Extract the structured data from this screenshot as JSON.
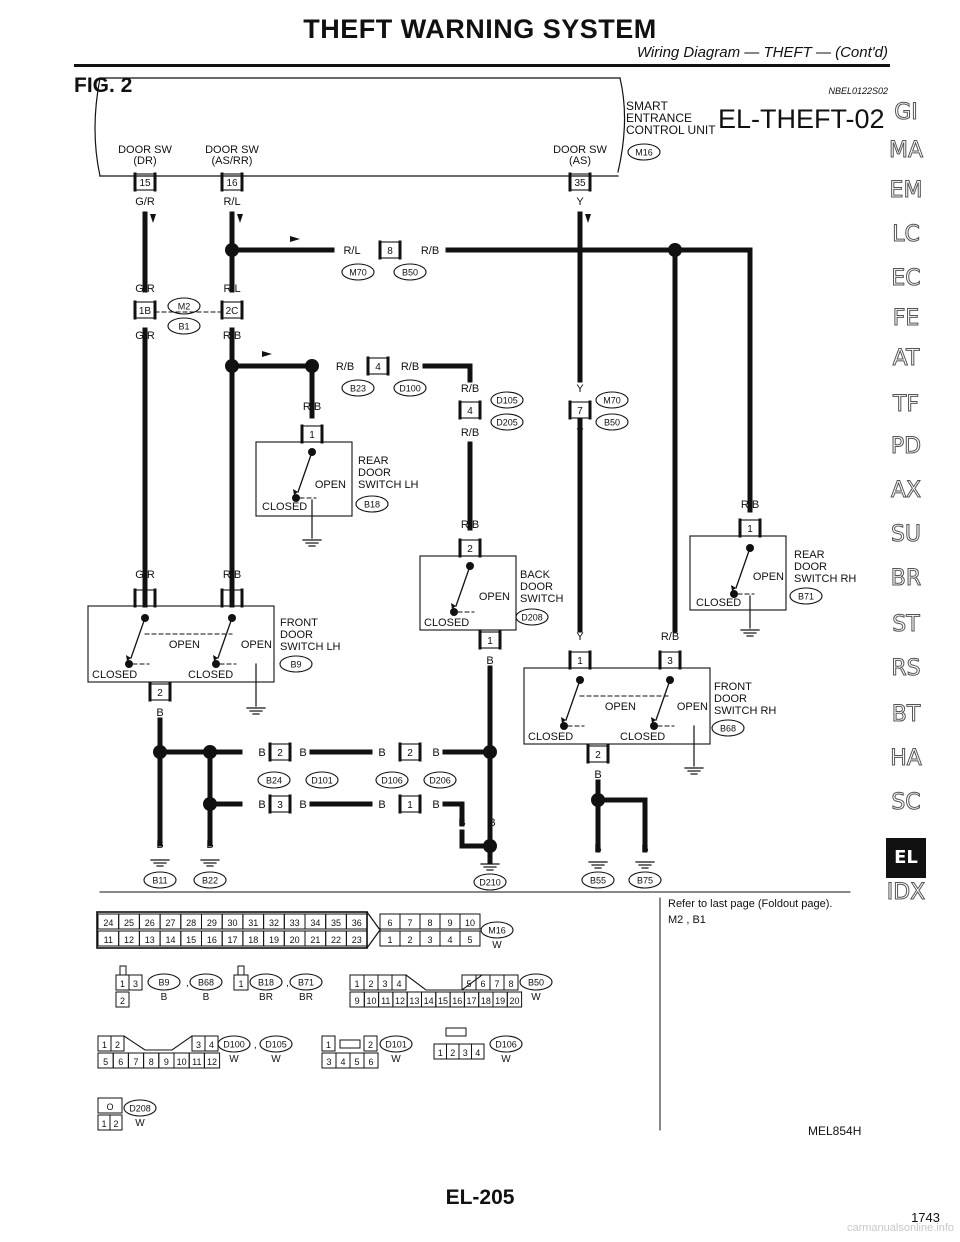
{
  "header": {
    "title": "THEFT WARNING SYSTEM",
    "subtitle": "Wiring Diagram — THEFT — (Cont'd)",
    "figure_label": "FIG. 2",
    "doc_code": "NBEL0122S02",
    "diagram_code": "EL-THEFT-02"
  },
  "side_tabs": [
    "GI",
    "MA",
    "EM",
    "LC",
    "EC",
    "FE",
    "AT",
    "TF",
    "PD",
    "AX",
    "SU",
    "BR",
    "ST",
    "RS",
    "BT",
    "HA",
    "SC",
    "EL",
    "IDX"
  ],
  "side_tab_active": "EL",
  "control_unit": {
    "label_1": "SMART",
    "label_2": "ENTRANCE",
    "label_3": "CONTROL UNIT",
    "connector": "M16",
    "terminals": [
      {
        "name": "DOOR SW",
        "sub": "(DR)",
        "pin": "15"
      },
      {
        "name": "DOOR SW",
        "sub": "(AS/RR)",
        "pin": "16"
      },
      {
        "name": "DOOR SW",
        "sub": "(AS)",
        "pin": "35"
      }
    ]
  },
  "wire_colors": {
    "gr": "G/R",
    "rl": "R/L",
    "rb": "R/B",
    "y": "Y",
    "b": "B"
  },
  "connector_labels": {
    "m70": "M70",
    "b50": "B50",
    "m2": "M2",
    "b1": "B1",
    "b23": "B23",
    "d100": "D100",
    "d105": "D105",
    "d205": "D205",
    "b18": "B18",
    "b71": "B71",
    "b9": "B9",
    "d208": "D208",
    "b68": "B68",
    "b24": "B24",
    "d101": "D101",
    "d106": "D106",
    "d206": "D206",
    "b11": "B11",
    "b22": "B22",
    "d210": "D210",
    "b55": "B55",
    "b75": "B75"
  },
  "pins": {
    "p1": "1",
    "p2": "2",
    "p3": "3",
    "p4": "4",
    "p7": "7",
    "p8": "8",
    "p18": "1B",
    "p2c": "2C"
  },
  "switches": {
    "rear_lh": {
      "name_1": "REAR",
      "name_2": "DOOR",
      "name_3": "SWITCH LH"
    },
    "back": {
      "name_1": "BACK",
      "name_2": "DOOR",
      "name_3": "SWITCH"
    },
    "rear_rh": {
      "name_1": "REAR",
      "name_2": "DOOR",
      "name_3": "SWITCH RH"
    },
    "front_lh": {
      "name_1": "FRONT",
      "name_2": "DOOR",
      "name_3": "SWITCH LH"
    },
    "front_rh": {
      "name_1": "FRONT",
      "name_2": "DOOR",
      "name_3": "SWITCH RH"
    },
    "open": "OPEN",
    "closed": "CLOSED"
  },
  "legend": {
    "m16_top": [
      "24",
      "25",
      "26",
      "27",
      "28",
      "29",
      "30",
      "31",
      "32",
      "33",
      "34",
      "35",
      "36"
    ],
    "m16_bottom": [
      "11",
      "12",
      "13",
      "14",
      "15",
      "16",
      "17",
      "18",
      "19",
      "20",
      "21",
      "22",
      "23"
    ],
    "m16_right_top": [
      "6",
      "7",
      "8",
      "9",
      "10"
    ],
    "m16_right_bottom": [
      "1",
      "2",
      "3",
      "4",
      "5"
    ],
    "b50_top": [
      "1",
      "2",
      "3",
      "4",
      "5",
      "6",
      "7",
      "8"
    ],
    "b50_bottom": [
      "9",
      "10",
      "11",
      "12",
      "13",
      "14",
      "15",
      "16",
      "17",
      "18",
      "19",
      "20"
    ],
    "d100_top": [
      "1",
      "2",
      "3",
      "4"
    ],
    "d100_bottom": [
      "5",
      "6",
      "7",
      "8",
      "9",
      "10",
      "11",
      "12"
    ],
    "d101_top": [
      "1",
      "2"
    ],
    "d101_bottom": [
      "3",
      "4",
      "5",
      "6"
    ],
    "d106_row": [
      "1",
      "2",
      "3",
      "4"
    ],
    "d208_top": "O",
    "d208_bottom": [
      "1",
      "2"
    ],
    "b9_pins": [
      "1",
      "3",
      "2"
    ],
    "b18_pin": "1",
    "color_w": "W",
    "color_b": "B",
    "color_br": "BR",
    "sep": ","
  },
  "foldout": {
    "note": "Refer to last page (Foldout page).",
    "refs": "M2 , B1"
  },
  "footer": {
    "fig_code": "MEL854H",
    "page_number": "EL-205",
    "print_page": "1743",
    "watermark": "carmanualsonline.info"
  }
}
